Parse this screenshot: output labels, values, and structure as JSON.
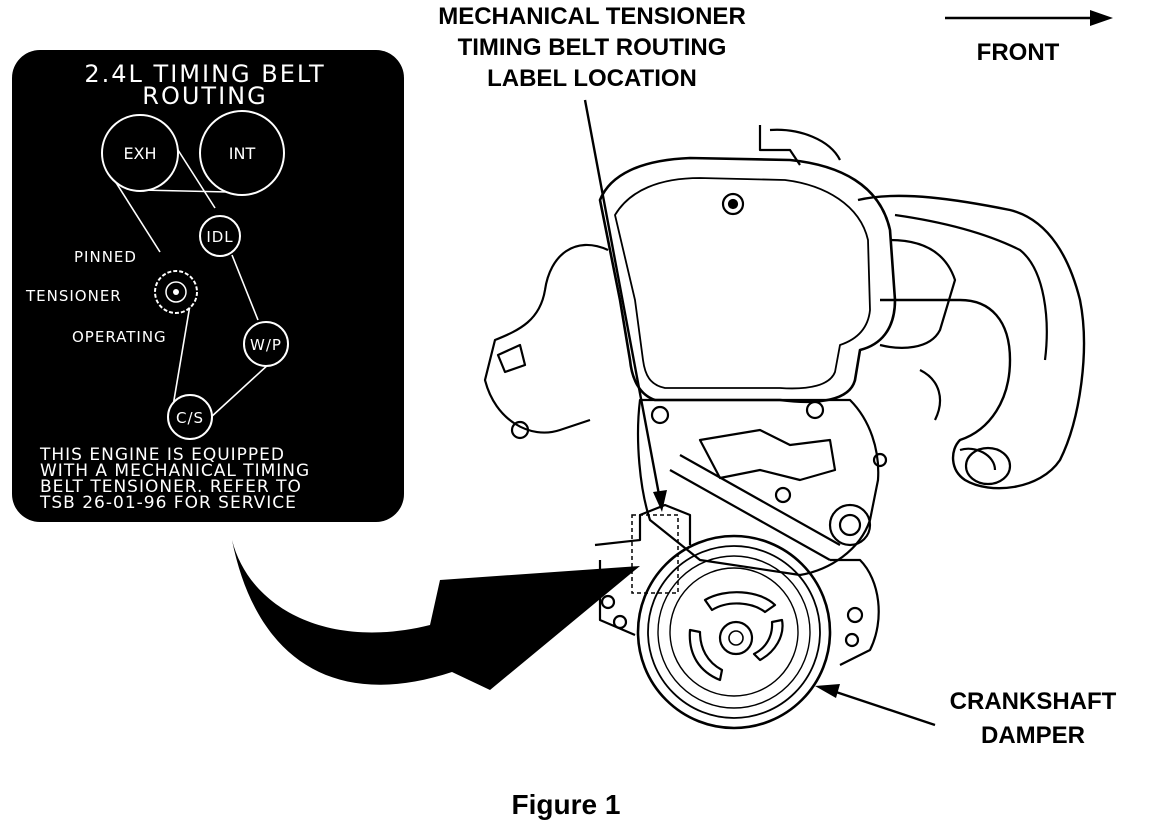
{
  "callouts": {
    "label_location_line1": "MECHANICAL TENSIONER",
    "label_location_line2": "TIMING BELT ROUTING",
    "label_location_line3": "LABEL LOCATION",
    "front": "FRONT",
    "damper_line1": "CRANKSHAFT",
    "damper_line2": "DAMPER"
  },
  "routing_label": {
    "title_line1": "2.4L TIMING BELT",
    "title_line2": "ROUTING",
    "sprockets": {
      "exhaust": "EXH",
      "intake": "INT",
      "idler": "IDL",
      "water_pump": "W/P",
      "crankshaft": "C/S"
    },
    "tensioner_pinned": "PINNED",
    "tensioner_label": "TENSIONER",
    "tensioner_operating": "OPERATING",
    "notice_line1": "THIS ENGINE IS EQUIPPED",
    "notice_line2": "WITH A MECHANICAL TIMING",
    "notice_line3": "BELT TENSIONER. REFER TO",
    "notice_line4": "TSB 26-01-96 FOR SERVICE"
  },
  "caption": "Figure 1"
}
